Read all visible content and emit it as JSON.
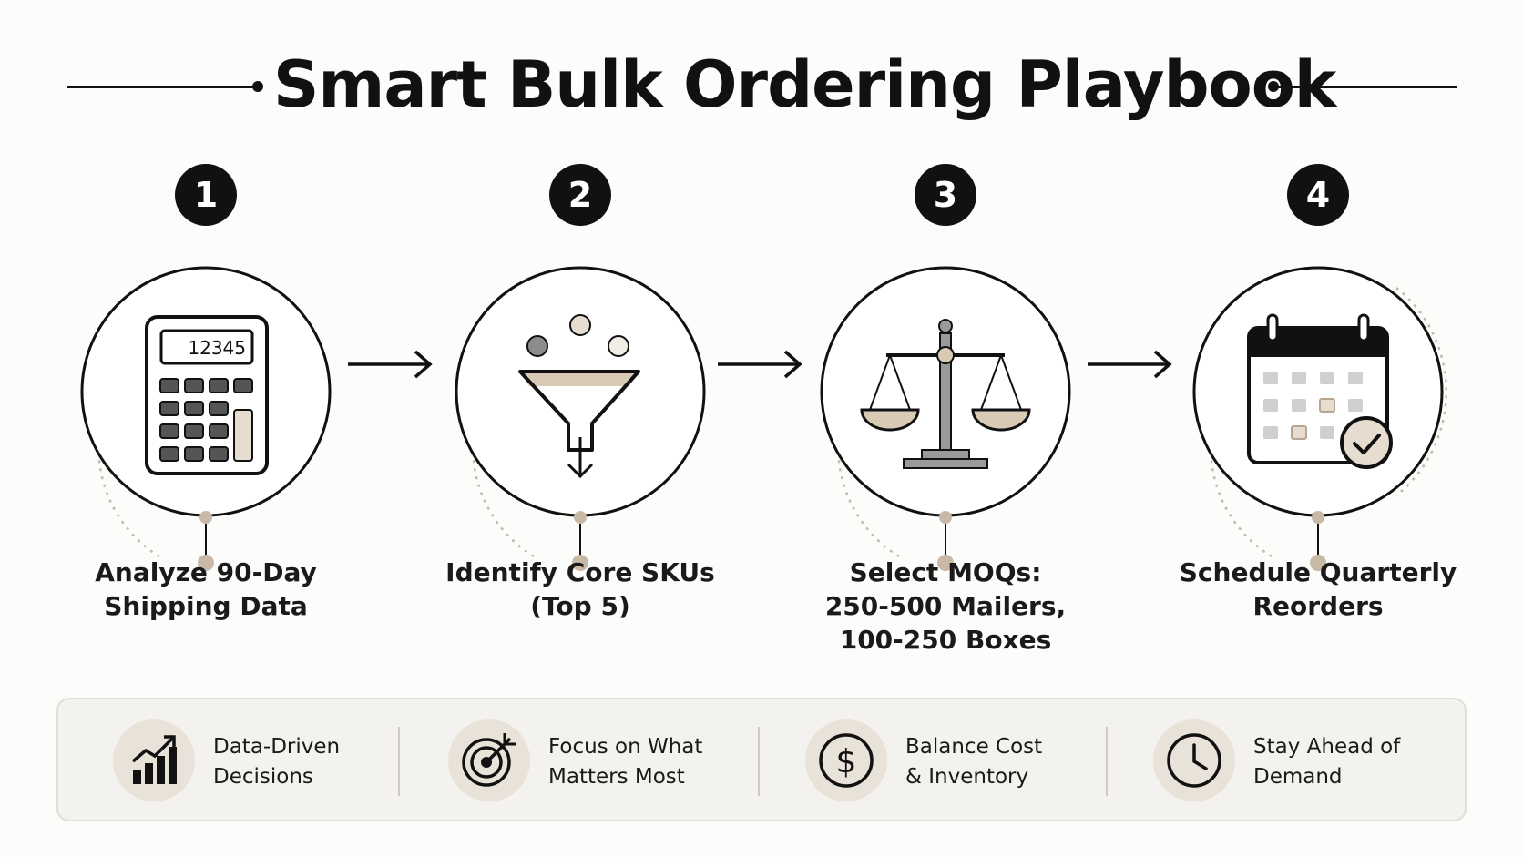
{
  "title": "Smart Bulk Ordering Playbook",
  "colors": {
    "ink": "#111111",
    "accent": "#c8b9a6",
    "accent_dark": "#b6a58f",
    "panel": "#f4f2ef",
    "steel": "#8a8a8a"
  },
  "steps": [
    {
      "number": "1",
      "icon": "calculator-icon",
      "display": "12345",
      "label_lines": [
        "Analyze 90-Day",
        "Shipping Data"
      ]
    },
    {
      "number": "2",
      "icon": "funnel-icon",
      "label_lines": [
        "Identify Core SKUs",
        "(Top 5)"
      ]
    },
    {
      "number": "3",
      "icon": "balance-scale-icon",
      "label_lines": [
        "Select MOQs:",
        "250-500 Mailers,",
        "100-250 Boxes"
      ]
    },
    {
      "number": "4",
      "icon": "calendar-check-icon",
      "label_lines": [
        "Schedule Quarterly",
        "Reorders"
      ]
    }
  ],
  "benefits": [
    {
      "icon": "bar-chart-growth-icon",
      "lines": [
        "Data-Driven",
        "Decisions"
      ]
    },
    {
      "icon": "target-icon",
      "lines": [
        "Focus on What",
        "Matters Most"
      ]
    },
    {
      "icon": "dollar-coin-icon",
      "lines": [
        "Balance Cost",
        "& Inventory"
      ]
    },
    {
      "icon": "clock-icon",
      "lines": [
        "Stay Ahead of",
        "Demand"
      ]
    }
  ]
}
